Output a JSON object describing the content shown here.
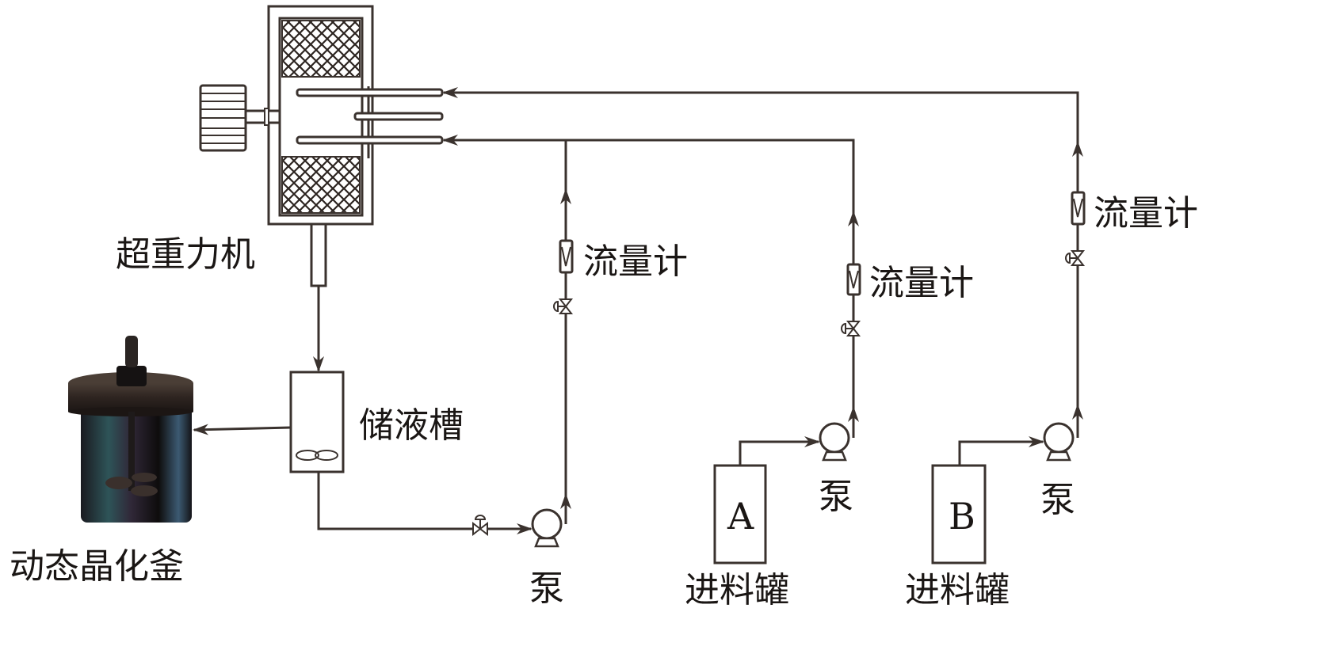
{
  "diagram": {
    "type": "process-flow",
    "labels": {
      "high_gravity_machine": "超重力机",
      "dynamic_crystallizer": "动态晶化釜",
      "storage_tank": "储液槽",
      "flowmeter_1": "流量计",
      "flowmeter_2": "流量计",
      "flowmeter_3": "流量计",
      "pump_1": "泵",
      "pump_2": "泵",
      "pump_3": "泵",
      "feed_tank_a_letter": "A",
      "feed_tank_b_letter": "B",
      "feed_tank_a": "进料罐",
      "feed_tank_b": "进料罐"
    },
    "colors": {
      "line": "#3a322e",
      "text": "#1a1614",
      "crystallizer_body": "#2a3a44",
      "crystallizer_lid": "#3a2e28"
    },
    "connections": [
      {
        "from": "超重力机",
        "to": "储液槽"
      },
      {
        "from": "储液槽",
        "to": "动态晶化釜"
      },
      {
        "from": "储液槽",
        "to": "泵 (1)"
      },
      {
        "from": "泵 (1)",
        "to": "流量计 (1)"
      },
      {
        "from": "流量计 (1)",
        "to": "超重力机 lower inlet"
      },
      {
        "from": "进料罐 A",
        "to": "泵 (2)"
      },
      {
        "from": "泵 (2)",
        "to": "流量计 (2)"
      },
      {
        "from": "流量计 (2)",
        "to": "超重力机 lower inlet"
      },
      {
        "from": "进料罐 B",
        "to": "泵 (3)"
      },
      {
        "from": "泵 (3)",
        "to": "流量计 (3)"
      },
      {
        "from": "流量计 (3)",
        "to": "超重力机 upper inlet"
      }
    ]
  }
}
